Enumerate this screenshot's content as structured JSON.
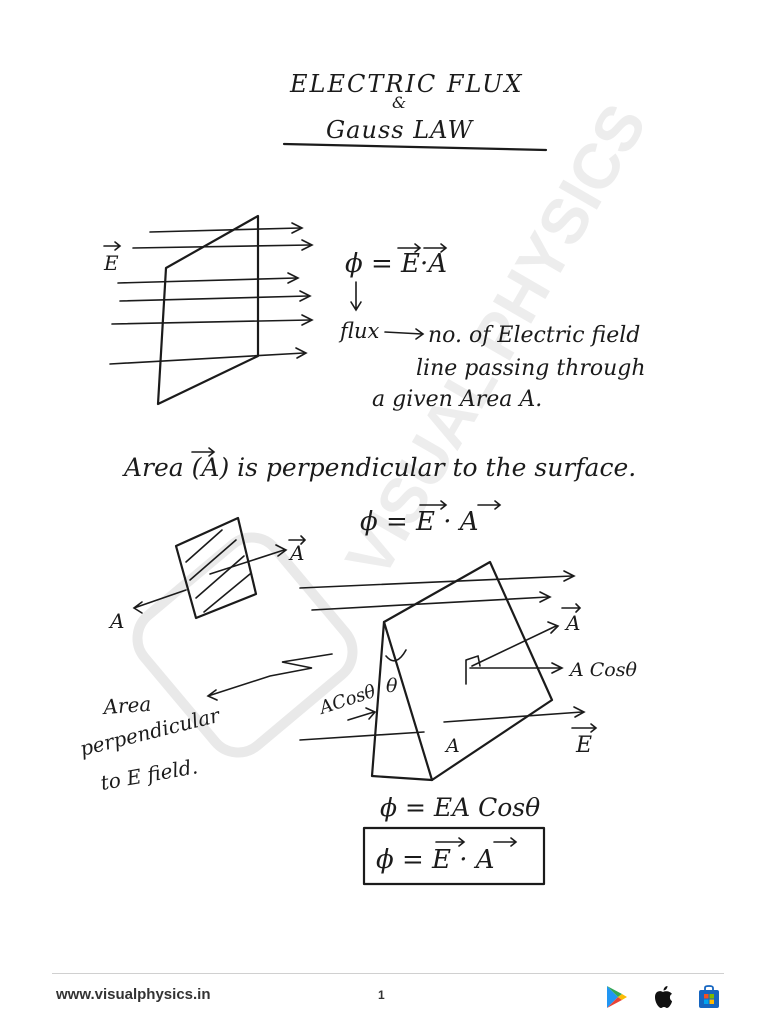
{
  "notes": {
    "title_line1": "ELECTRIC FLUX",
    "ampersand": "&",
    "title_line2": "Gauss LAW",
    "e_vector_label": "E",
    "formula_flux": "ϕ = E·A",
    "flux_word": "flux",
    "flux_def_1": "no. of Electric field",
    "flux_def_2": "line passing through",
    "flux_def_3": "a given Area A.",
    "area_statement": "Area (A) is perpendicular to the surface.",
    "formula_flux_2": "ϕ = E · A",
    "small_a_vector": "A",
    "small_a_left": "A",
    "area_vector_label": "A",
    "a_cos_label": "A Cosθ",
    "a_cos_tilted": "ACosθ",
    "theta_label": "θ",
    "bottom_a": "A",
    "e_vector_label_2": "E",
    "side_note_1": "Area",
    "side_note_2": "perpendicular",
    "side_note_3": "to E field.",
    "eq_cos": "ϕ = EA Cosθ",
    "eq_boxed": "ϕ = E · A"
  },
  "watermark": {
    "text": "VISUAL PHYSICS"
  },
  "footer": {
    "url": "www.visualphysics.in",
    "page_number": "1",
    "icons": [
      "google-play-icon",
      "apple-icon",
      "microsoft-store-icon"
    ]
  },
  "colors": {
    "ink": "#1b1b1b",
    "watermark": "#e9e9e9",
    "play_blue": "#2196f3",
    "play_green": "#34a853",
    "play_yellow": "#fbbc04",
    "play_red": "#ea4335",
    "store_blue": "#1565c0"
  }
}
